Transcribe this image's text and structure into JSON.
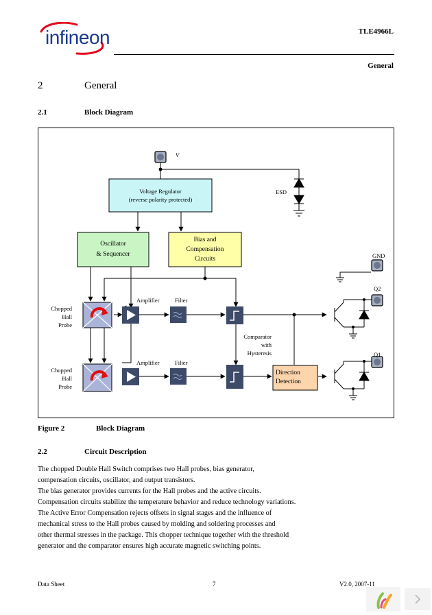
{
  "header": {
    "brand": "infineon",
    "doc_id": "TLE4966L",
    "section": "General"
  },
  "section": {
    "number": "2",
    "title": "General"
  },
  "subsection_1": {
    "number": "2.1",
    "title": "Block Diagram"
  },
  "diagram": {
    "supply_pin": "V",
    "esd": "ESD",
    "gnd_pin": "GND",
    "q2_pin": "Q2",
    "q1_pin": "Q1",
    "voltage_regulator": [
      "Voltage Regulator",
      "(reverse polarity protected)"
    ],
    "oscillator": [
      "Oscillator",
      "& Sequencer"
    ],
    "bias": [
      "Bias and",
      "Compensation",
      "Circuits"
    ],
    "hall_probe_top": [
      "Chopped",
      "Hall",
      "Probe"
    ],
    "hall_probe_bottom": [
      "Chopped",
      "Hall",
      "Probe"
    ],
    "amplifier_top": "Amplifier",
    "amplifier_bottom": "Amplifier",
    "filter_top": "Filter",
    "filter_bottom": "Filter",
    "comparator": [
      "Comparator",
      "with",
      "Hysteresis"
    ],
    "direction_detection": [
      "Direction",
      "Detection"
    ],
    "colors": {
      "regulator_fill": "#c9f5f7",
      "oscillator_fill": "#c8f5c3",
      "bias_fill": "#ffffa8",
      "direction_fill": "#fdd5ad",
      "block_dark": "#3d4a68",
      "hall_fill": "#aab3d8",
      "pin_fill": "#a8b0c2"
    }
  },
  "figure": {
    "number": "Figure 2",
    "title": "Block Diagram"
  },
  "subsection_2": {
    "number": "2.2",
    "title": "Circuit Description"
  },
  "description_lines": [
    "The chopped Double Hall Switch comprises two Hall probes, bias generator,",
    "compensation circuits, oscillator, and output transistors.",
    "The bias generator provides currents for the Hall probes and the active circuits.",
    "Compensation circuits stabilize the temperature behavior and reduce technology variations.",
    "The Active Error Compensation rejects offsets in signal stages and the influence of",
    "mechanical stress to the Hall probes caused by molding and soldering processes and",
    "other thermal stresses in the package. This chopper technique together with the threshold",
    "generator and the comparator ensures high accurate magnetic switching points."
  ],
  "footer": {
    "left": "Data Sheet",
    "page": "7",
    "version": "V2.0, 2007-11"
  },
  "viewer": {
    "next_icon": "chevron-right-icon"
  }
}
